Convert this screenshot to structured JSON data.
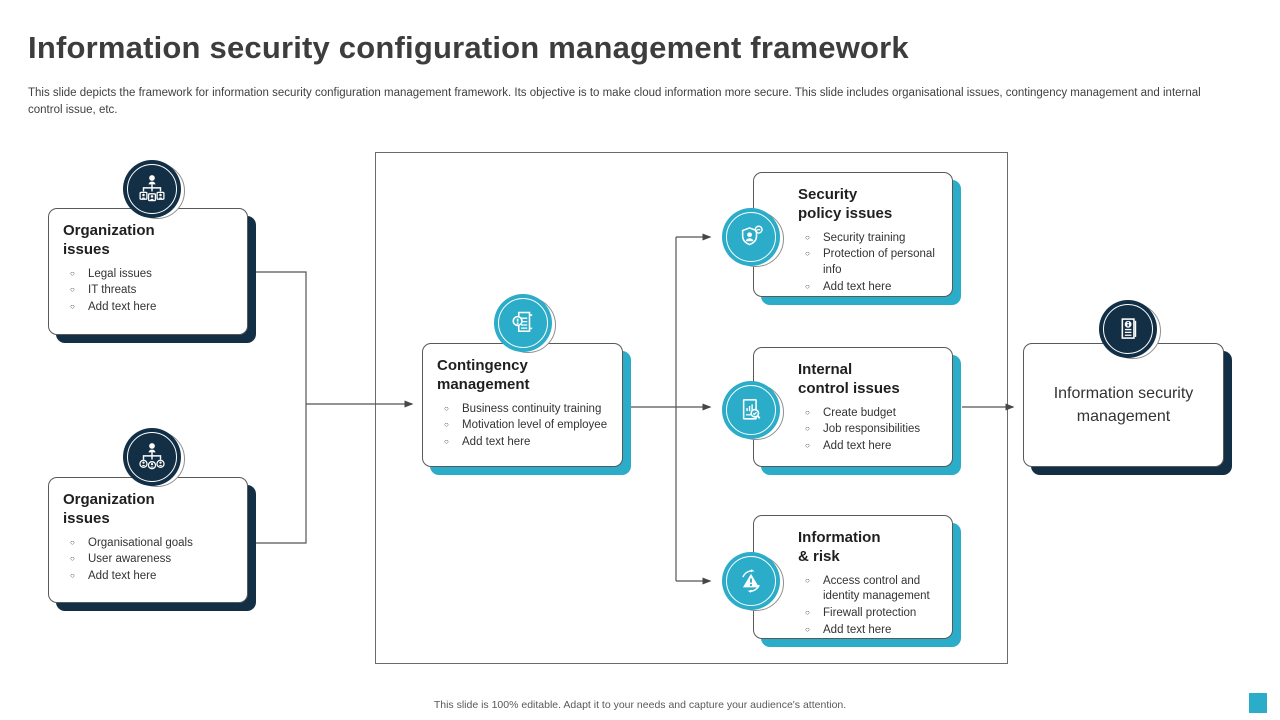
{
  "slide": {
    "title": "Information security configuration management framework",
    "subtitle": "This slide depicts the framework for information security configuration management framework. Its objective is to make cloud information more secure. This slide includes organisational issues, contingency management and internal control issue, etc.",
    "footer": "This slide is 100% editable.  Adapt it to your needs and capture your audience's attention."
  },
  "boxes": {
    "org_top": {
      "title_line1": "Organization",
      "title_line2": "issues",
      "icon": "hierarchy-icon",
      "bullets": [
        "Legal issues",
        "IT threats",
        "Add text here"
      ]
    },
    "org_bottom": {
      "title_line1": "Organization",
      "title_line2": "issues",
      "icon": "hierarchy-icon",
      "bullets": [
        "Organisational goals",
        "User awareness",
        "Add text here"
      ]
    },
    "contingency": {
      "title_line1": "Contingency",
      "title_line2": "management",
      "icon": "scroll-alert-icon",
      "bullets": [
        "Business continuity training",
        "Motivation level of employee",
        "Add text here"
      ]
    },
    "security": {
      "title_line1": "Security",
      "title_line2": "policy issues",
      "icon": "shield-person-icon",
      "bullets": [
        "Security training",
        "Protection of personal info",
        "Add text here"
      ]
    },
    "internal": {
      "title_line1": "Internal",
      "title_line2": "control issues",
      "icon": "report-magnifier-icon",
      "bullets": [
        "Create budget",
        "Job responsibilities",
        "Add text here"
      ]
    },
    "inforisk": {
      "title_line1": "Information",
      "title_line2": "& risk",
      "icon": "risk-warning-icon",
      "bullets": [
        "Access control and identity management",
        "Firewall protection",
        "Add text here"
      ]
    },
    "infosec": {
      "title": "Information security management",
      "icon": "info-document-icon"
    }
  },
  "colors": {
    "navy": "#132f45",
    "teal": "#2bacc8",
    "connector": "#555555",
    "title_text": "#3d3d3d"
  }
}
